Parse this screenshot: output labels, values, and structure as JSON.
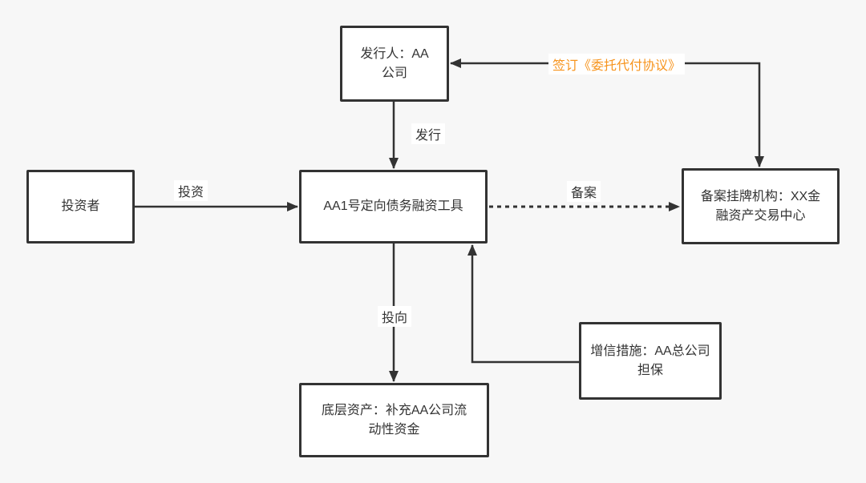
{
  "diagram": {
    "background_color": "#f7f7f7",
    "node_fill_color": "#ffffff",
    "node_border_color": "#333333",
    "text_color": "#333333",
    "accent_color": "#f7941d",
    "nodes": {
      "issuer": {
        "label": "发行人：AA\n公司"
      },
      "investor": {
        "label": "投资者"
      },
      "instrument": {
        "label": "AA1号定向债务融资工具"
      },
      "filing_org": {
        "label": "备案挂牌机构：XX金\n融资产交易中心"
      },
      "credit_enhancement": {
        "label": "增信措施：AA总公司\n担保"
      },
      "underlying_asset": {
        "label": "底层资产：补充AA公司流\n动性资金"
      }
    },
    "edges": {
      "invest": {
        "label": "投资",
        "from": "investor",
        "to": "instrument",
        "style": "solid",
        "direction": "one-way"
      },
      "issue": {
        "label": "发行",
        "from": "issuer",
        "to": "instrument",
        "style": "solid",
        "direction": "one-way"
      },
      "filing": {
        "label": "备案",
        "from": "instrument",
        "to": "filing_org",
        "style": "dashed",
        "direction": "one-way"
      },
      "agreement": {
        "label": "签订《委托代付协议》",
        "from": "issuer",
        "to": "filing_org",
        "style": "solid",
        "direction": "two-way",
        "label_color": "#f7941d"
      },
      "allocation": {
        "label": "投向",
        "from": "instrument",
        "to": "underlying_asset",
        "style": "solid",
        "direction": "one-way"
      },
      "guarantee": {
        "label": "",
        "from": "credit_enhancement",
        "to": "instrument",
        "style": "solid",
        "direction": "one-way"
      }
    }
  }
}
